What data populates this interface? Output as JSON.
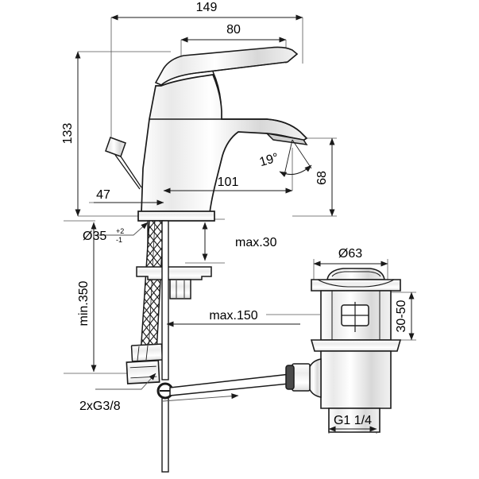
{
  "drawing": {
    "title": "Basin mixer technical dimension drawing",
    "type": "technical-line-drawing",
    "background_color": "#ffffff",
    "line_color": "#1a1a1a",
    "dimension_line_color": "#555555",
    "units": "mm"
  },
  "dimensions": {
    "overall_width": "149",
    "spout_width": "80",
    "overall_height": "133",
    "base_to_handle_back": "47",
    "hole_diameter": "Ø35",
    "hole_tol_plus": "+2",
    "hole_tol_minus": "-1",
    "spout_reach": "101",
    "spout_outlet_height": "68",
    "spray_angle": "19°",
    "counter_thickness": "max.30",
    "min_hose_length": "min.350",
    "connection_threads": "2xG3/8",
    "popup_rod_reach": "max.150",
    "waste_flange_diameter": "Ø63",
    "waste_depth_range": "30-50",
    "waste_thread": "G1 1/4"
  },
  "labels": [
    {
      "id": "dim-149",
      "text": "149"
    },
    {
      "id": "dim-80",
      "text": "80"
    },
    {
      "id": "dim-133",
      "text": "133"
    },
    {
      "id": "dim-47",
      "text": "47"
    },
    {
      "id": "dim-d35",
      "text": "Ø35"
    },
    {
      "id": "dim-101",
      "text": "101"
    },
    {
      "id": "dim-68",
      "text": "68"
    },
    {
      "id": "dim-19deg",
      "text": "19°"
    },
    {
      "id": "dim-max30",
      "text": "max.30"
    },
    {
      "id": "dim-min350",
      "text": "min.350"
    },
    {
      "id": "dim-2xg38",
      "text": "2xG3/8"
    },
    {
      "id": "dim-max150",
      "text": "max.150"
    },
    {
      "id": "dim-d63",
      "text": "Ø63"
    },
    {
      "id": "dim-3050",
      "text": "30-50"
    },
    {
      "id": "dim-g114",
      "text": "G1 1/4"
    }
  ]
}
